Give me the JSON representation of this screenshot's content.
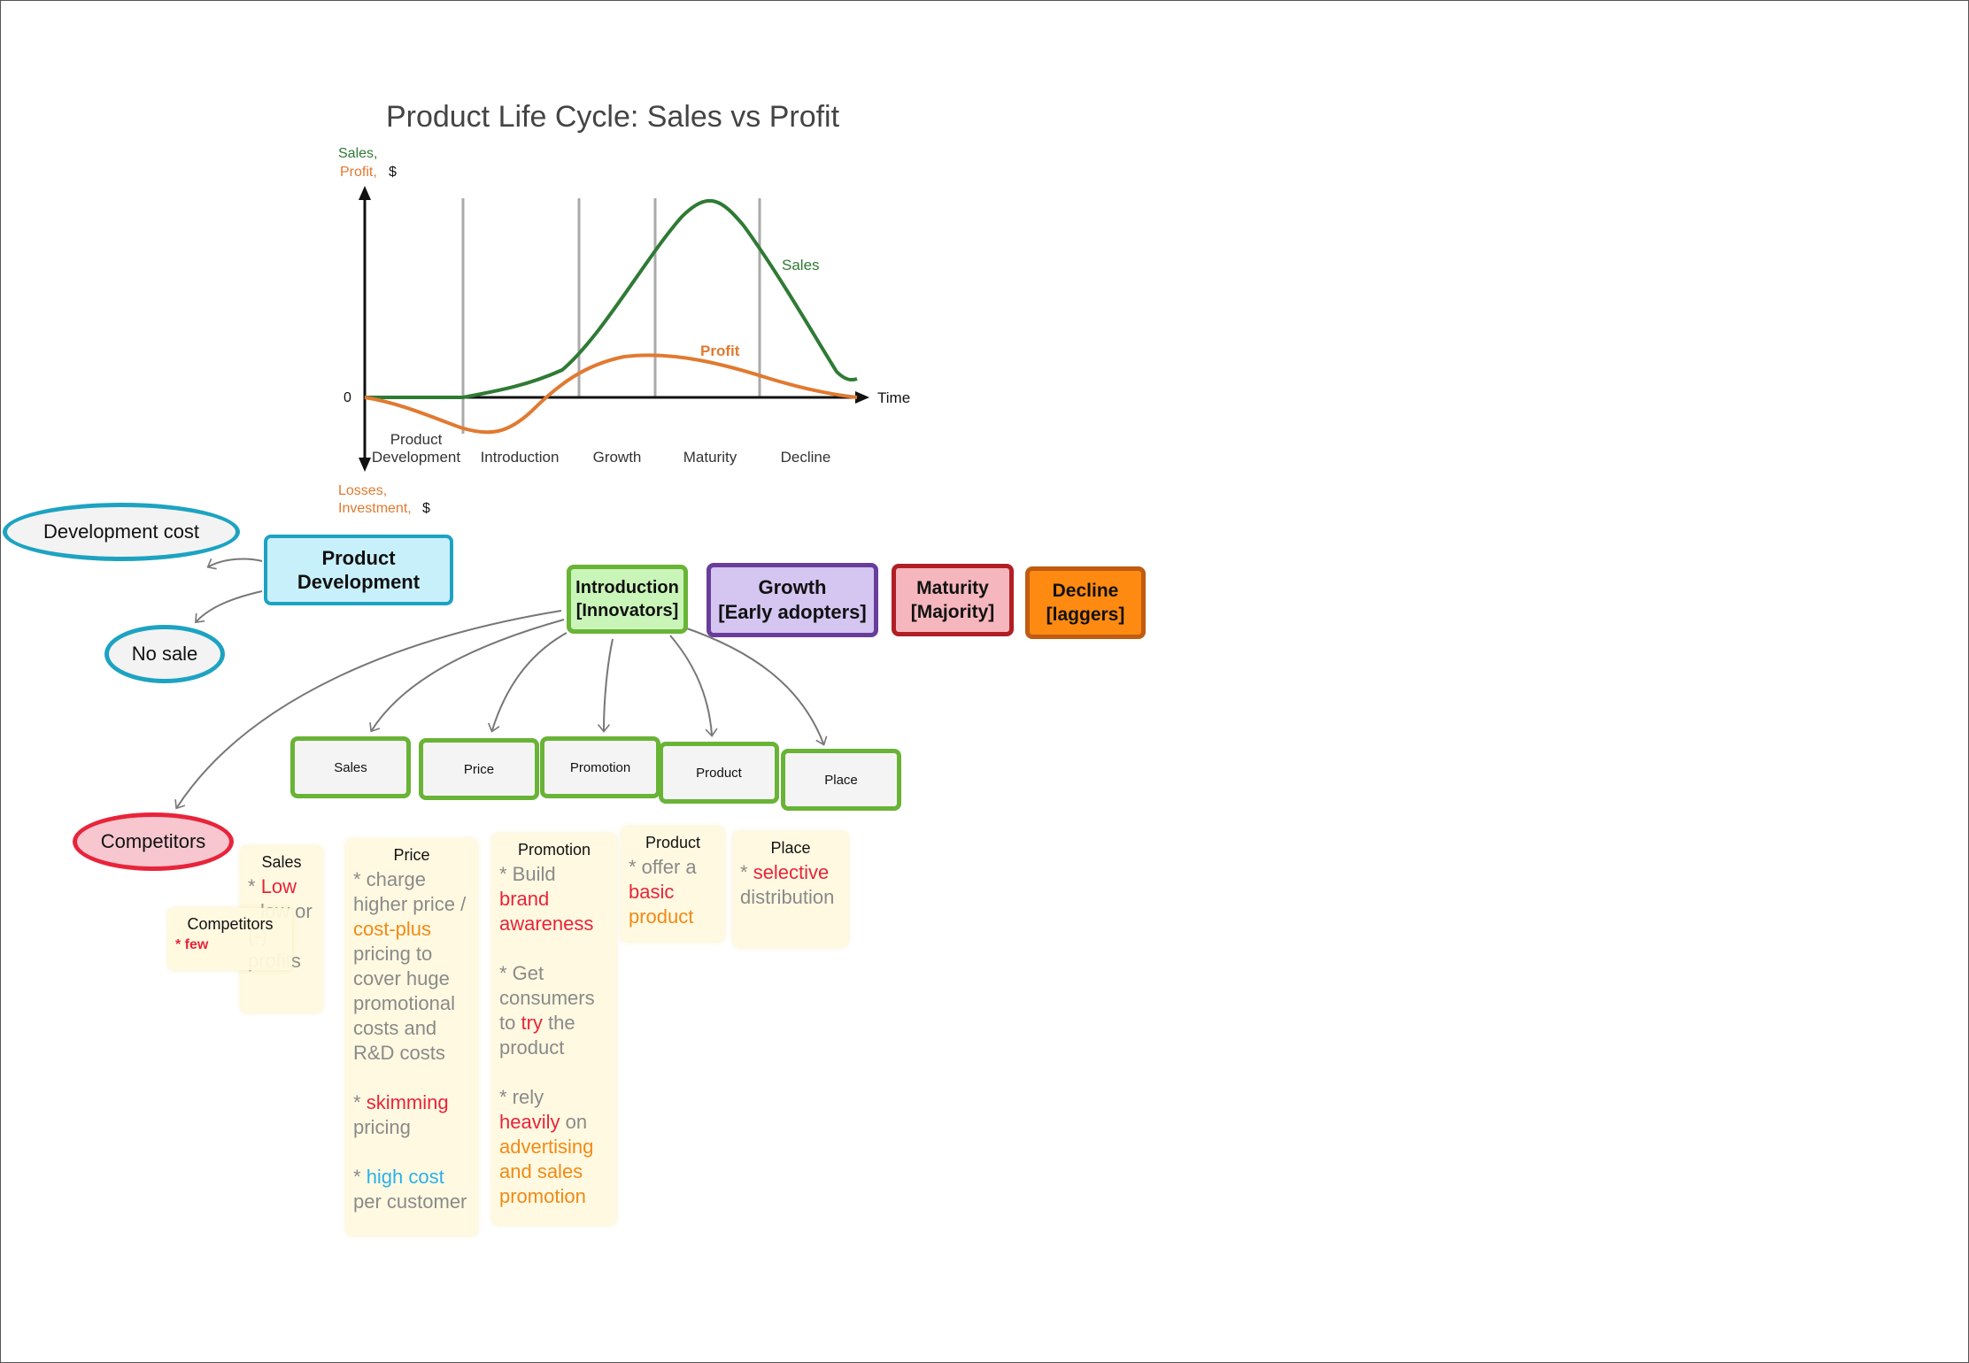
{
  "chart": {
    "title": "Product Life Cycle: Sales vs Profit",
    "y_label_sales": "Sales,",
    "y_label_profit": "Profit,",
    "y_label_unit": "$",
    "y_neg_label_losses": "Losses,",
    "y_neg_label_investment": "Investment,",
    "y_neg_unit": "$",
    "zero_label": "0",
    "x_label": "Time",
    "sales_label": "Sales",
    "profit_label": "Profit",
    "stage_pd_line1": "Product",
    "stage_pd_line2": "Development",
    "stage_intro": "Introduction",
    "stage_growth": "Growth",
    "stage_maturity": "Maturity",
    "stage_decline": "Decline",
    "colors": {
      "sales": "#2f7a35",
      "profit": "#e07a30",
      "axis": "#111111",
      "divider": "#aaaaaa"
    }
  },
  "nodes": {
    "development_cost": "Development cost",
    "no_sale": "No sale",
    "product_development": "Product\nDevelopment",
    "introduction": "Introduction\n[Innovators]",
    "growth": "Growth\n[Early adopters]",
    "maturity": "Maturity\n[Majority]",
    "decline": "Decline\n[laggers]",
    "competitors": "Competitors"
  },
  "sub_nodes": {
    "sales": "Sales",
    "price": "Price",
    "promotion": "Promotion",
    "product": "Product",
    "place": "Place"
  },
  "notes": {
    "sales": {
      "head": "Sales",
      "star": "* ",
      "low": "Low",
      "rest1": "low or",
      "rest2": "(-)",
      "rest3": "profits"
    },
    "competitors": {
      "head": "Competitors",
      "text": "* few"
    },
    "price": {
      "head": "Price",
      "l1": "* charge",
      "l2": "higher price /",
      "cost_plus": "cost-plus",
      "l4": "pricing to",
      "l5": "cover huge",
      "l6": "promotional",
      "l7": "costs and",
      "l8": "R&D costs",
      "star1": "* ",
      "skimming": "skimming",
      "l10": "pricing",
      "star2": "* ",
      "high_cost": "high cost",
      "l12": "per customer"
    },
    "promotion": {
      "head": "Promotion",
      "l1": "* Build",
      "brand": "brand",
      "awareness": "awareness",
      "l4": "* Get",
      "l5": "consumers",
      "to": "to ",
      "try": "try",
      "the": " the",
      "l7": "product",
      "l8": "* rely",
      "heavily": "heavily",
      "on": " on",
      "adv1": "advertising",
      "adv2": "and sales",
      "adv3": "promotion"
    },
    "product": {
      "head": "Product",
      "l1": "* offer a",
      "basic": "basic",
      "product_word": "product"
    },
    "place": {
      "head": "Place",
      "star": "* ",
      "selective": "selective",
      "distribution": "distribution"
    }
  },
  "colors": {
    "teal": "#1da3c1",
    "pd_fill": "#c8f0fb",
    "intro_fill": "#c9f5b8",
    "intro_border": "#69b336",
    "growth_fill": "#d4c5f1",
    "growth_border": "#6a3d9a",
    "maturity_fill": "#f6b6bd",
    "maturity_border": "#b01f24",
    "decline_fill": "#ff8a12",
    "decline_border": "#c05b10",
    "competitors_fill": "#f7c6cf",
    "competitors_border": "#e8243a"
  }
}
